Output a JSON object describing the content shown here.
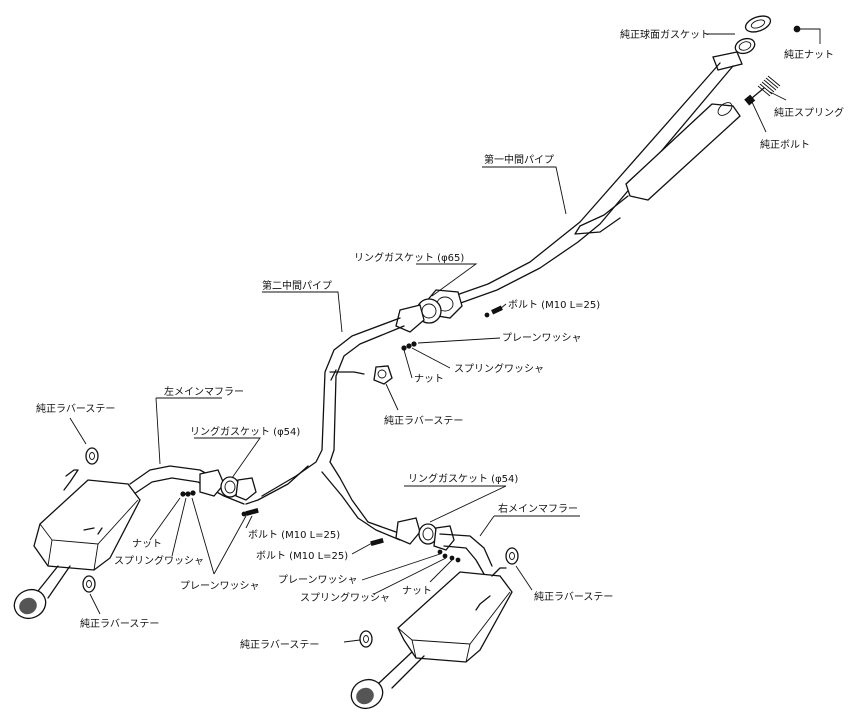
{
  "labels": {
    "oem_spherical_gasket": "純正球面ガスケット",
    "oem_nut": "純正ナット",
    "oem_spring": "純正スプリング",
    "oem_bolt": "純正ボルト",
    "first_mid_pipe": "第一中間パイプ",
    "ring_gasket_65": "リングガスケット (φ65)",
    "bolt_m10_top": "ボルト (M10 L=25)",
    "plain_washer_top": "プレーンワッシャ",
    "spring_washer_top": "スプリングワッシャ",
    "nut_top": "ナット",
    "oem_rubber_stay_center": "純正ラバーステー",
    "second_mid_pipe": "第二中間パイプ",
    "left_main_muffler": "左メインマフラー",
    "ring_gasket_54_left": "リングガスケット (φ54)",
    "oem_rubber_stay_left_top": "純正ラバーステー",
    "nut_left": "ナット",
    "spring_washer_left": "スプリングワッシャ",
    "plain_washer_left": "プレーンワッシャ",
    "bolt_m10_left_1": "ボルト (M10 L=25)",
    "bolt_m10_left_2": "ボルト (M10 L=25)",
    "oem_rubber_stay_left_bottom": "純正ラバーステー",
    "ring_gasket_54_right": "リングガスケット (φ54)",
    "right_main_muffler": "右メインマフラー",
    "plain_washer_right": "プレーンワッシャ",
    "spring_washer_right": "スプリングワッシャ",
    "nut_right": "ナット",
    "oem_rubber_stay_right": "純正ラバーステー",
    "oem_rubber_stay_right_bottom": "純正ラバーステー"
  }
}
